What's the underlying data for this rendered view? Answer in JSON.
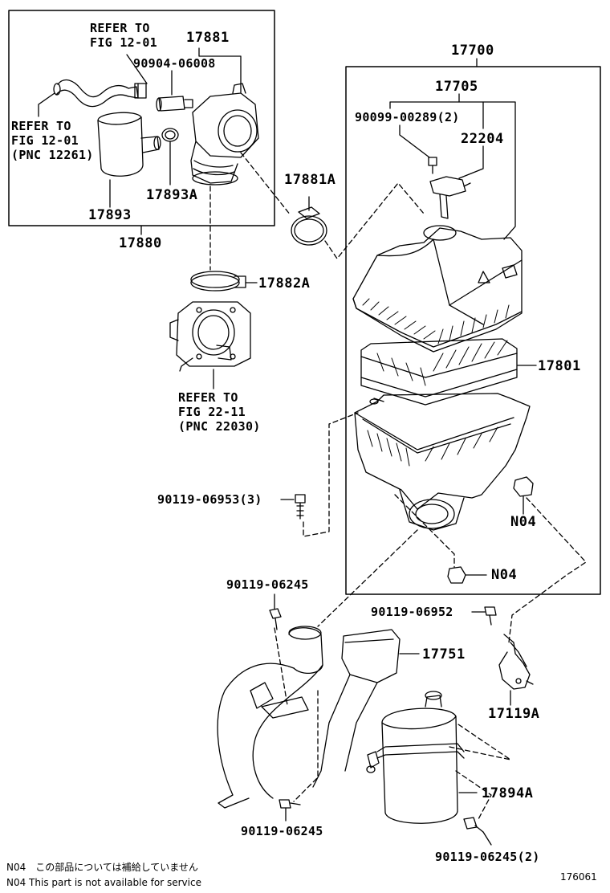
{
  "labels": {
    "refer_fig_12_01_top": [
      "REFER TO",
      "FIG 12-01"
    ],
    "part_17881": "17881",
    "part_90904_06008": "90904-06008",
    "refer_fig_12_01_left": [
      "REFER TO",
      "FIG 12-01",
      "(PNC 12261)"
    ],
    "part_17893a": "17893A",
    "part_17893": "17893",
    "part_17880": "17880",
    "part_17881a": "17881A",
    "part_17882a": "17882A",
    "refer_fig_22_11": [
      "REFER TO",
      "FIG 22-11",
      "(PNC 22030)"
    ],
    "part_17700": "17700",
    "part_17705": "17705",
    "part_90099_00289": "90099-00289(2)",
    "part_22204": "22204",
    "part_17801": "17801",
    "part_90119_06953": "90119-06953(3)",
    "part_n04_a": "N04",
    "part_n04_b": "N04",
    "part_90119_06245_top": "90119-06245",
    "part_90119_06952": "90119-06952",
    "part_17751": "17751",
    "part_17119a": "17119A",
    "part_17894a": "17894A",
    "part_90119_06245_bottom": "90119-06245",
    "part_90119_06245_2": "90119-06245(2)"
  },
  "footnotes": {
    "jp": "N04　この部品については補給していません",
    "en": "N04  This part is not available for service"
  },
  "figure_number": "176061"
}
